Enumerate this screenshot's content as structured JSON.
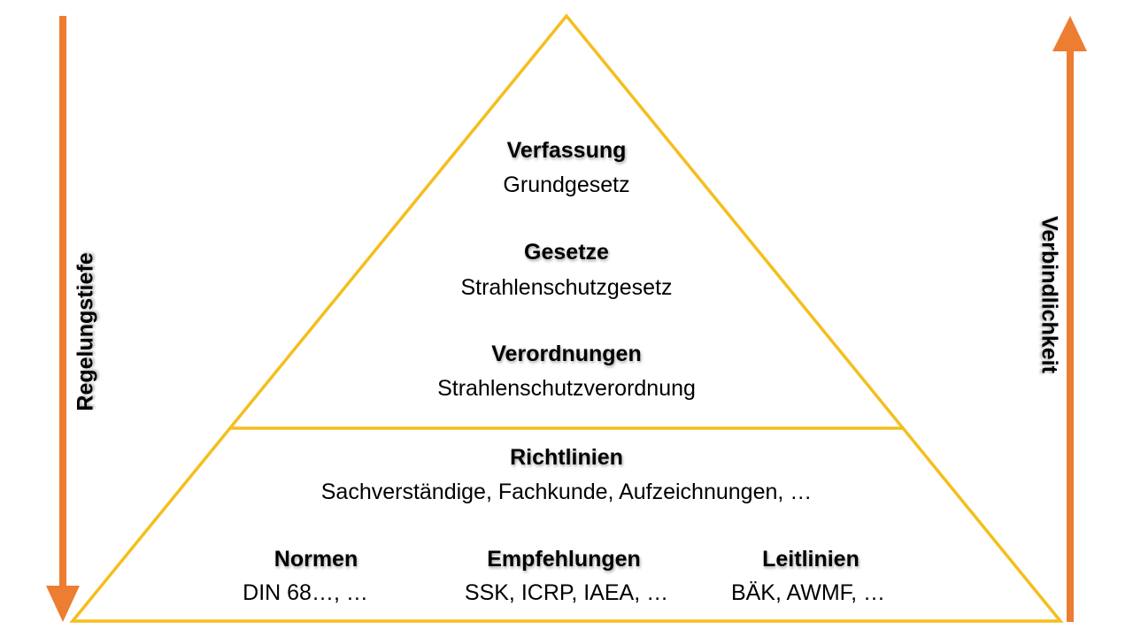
{
  "colors": {
    "pyramid_outline": "#F5BE1E",
    "arrow": "#ED7D31",
    "text": "#000000"
  },
  "left_axis": {
    "label": "Regelungstiefe",
    "direction": "down"
  },
  "right_axis": {
    "label": "Verbindlichkeit",
    "direction": "up"
  },
  "levels": [
    {
      "title": "Verfassung",
      "example": "Grundgesetz"
    },
    {
      "title": "Gesetze",
      "example": "Strahlenschutzgesetz"
    },
    {
      "title": "Verordnungen",
      "example": "Strahlenschutzverordnung"
    },
    {
      "title": "Richtlinien",
      "example": "Sachverständige, Fachkunde, Aufzeichnungen, …"
    }
  ],
  "base": [
    {
      "title": "Normen",
      "example": "DIN 68…, …"
    },
    {
      "title": "Empfehlungen",
      "example": "SSK, ICRP, IAEA, …"
    },
    {
      "title": "Leitlinien",
      "example": "BÄK, AWMF, …"
    }
  ]
}
